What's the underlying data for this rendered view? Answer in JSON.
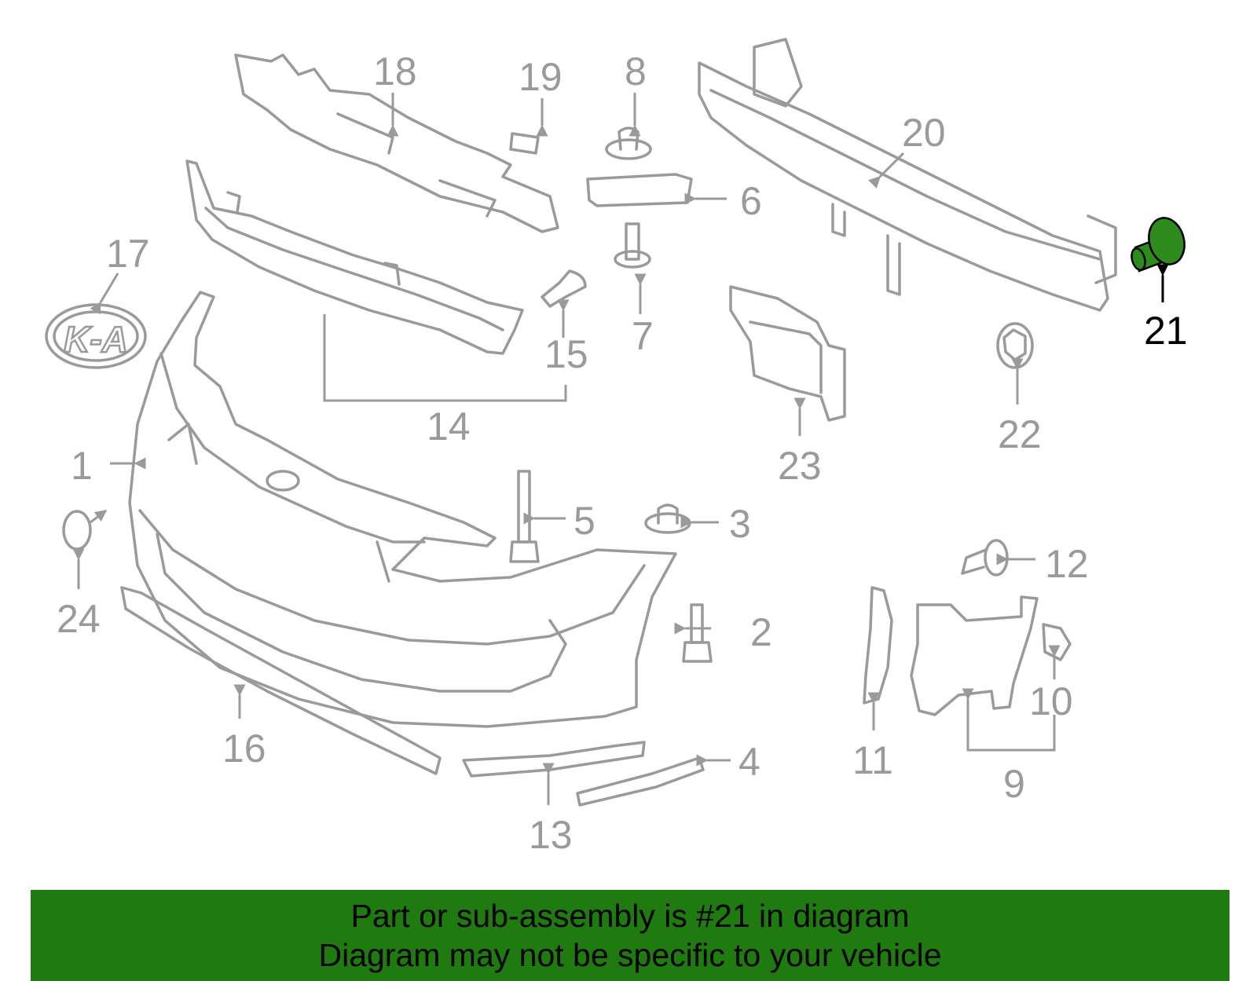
{
  "diagram": {
    "callouts": [
      {
        "id": "1",
        "label": "1"
      },
      {
        "id": "2",
        "label": "2"
      },
      {
        "id": "3",
        "label": "3"
      },
      {
        "id": "4",
        "label": "4"
      },
      {
        "id": "5",
        "label": "5"
      },
      {
        "id": "6",
        "label": "6"
      },
      {
        "id": "7",
        "label": "7"
      },
      {
        "id": "8",
        "label": "8"
      },
      {
        "id": "9",
        "label": "9"
      },
      {
        "id": "10",
        "label": "10"
      },
      {
        "id": "11",
        "label": "11"
      },
      {
        "id": "12",
        "label": "12"
      },
      {
        "id": "13",
        "label": "13"
      },
      {
        "id": "14",
        "label": "14"
      },
      {
        "id": "15",
        "label": "15"
      },
      {
        "id": "16",
        "label": "16"
      },
      {
        "id": "17",
        "label": "17"
      },
      {
        "id": "18",
        "label": "18"
      },
      {
        "id": "19",
        "label": "19"
      },
      {
        "id": "20",
        "label": "20"
      },
      {
        "id": "21",
        "label": "21"
      },
      {
        "id": "22",
        "label": "22"
      },
      {
        "id": "23",
        "label": "23"
      },
      {
        "id": "24",
        "label": "24"
      }
    ],
    "highlighted_part": "21",
    "emblem_text": "K-A"
  },
  "banner": {
    "line1": "Part or sub-assembly is #21 in diagram",
    "line2": "Diagram may not be specific to your vehicle"
  },
  "colors": {
    "part_outline": "#9a9a9a",
    "highlight_fill": "#2e8b1e",
    "banner_background": "#1f7a10",
    "banner_text": "#000000"
  }
}
